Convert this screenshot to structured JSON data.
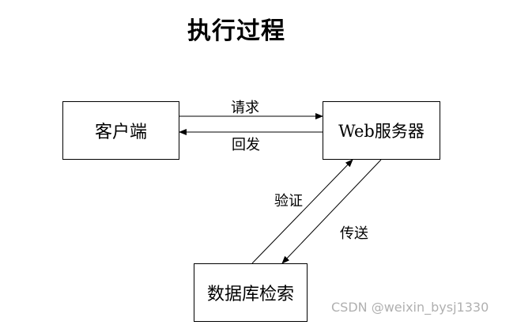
{
  "title": "执行过程",
  "nodes": {
    "client": "客户端",
    "server": "Web服务器",
    "database": "数据库检索"
  },
  "edges": {
    "request": "请求",
    "reply": "回发",
    "verify": "验证",
    "transfer": "传送"
  },
  "watermark": "CSDN @weixin_bysj1330"
}
